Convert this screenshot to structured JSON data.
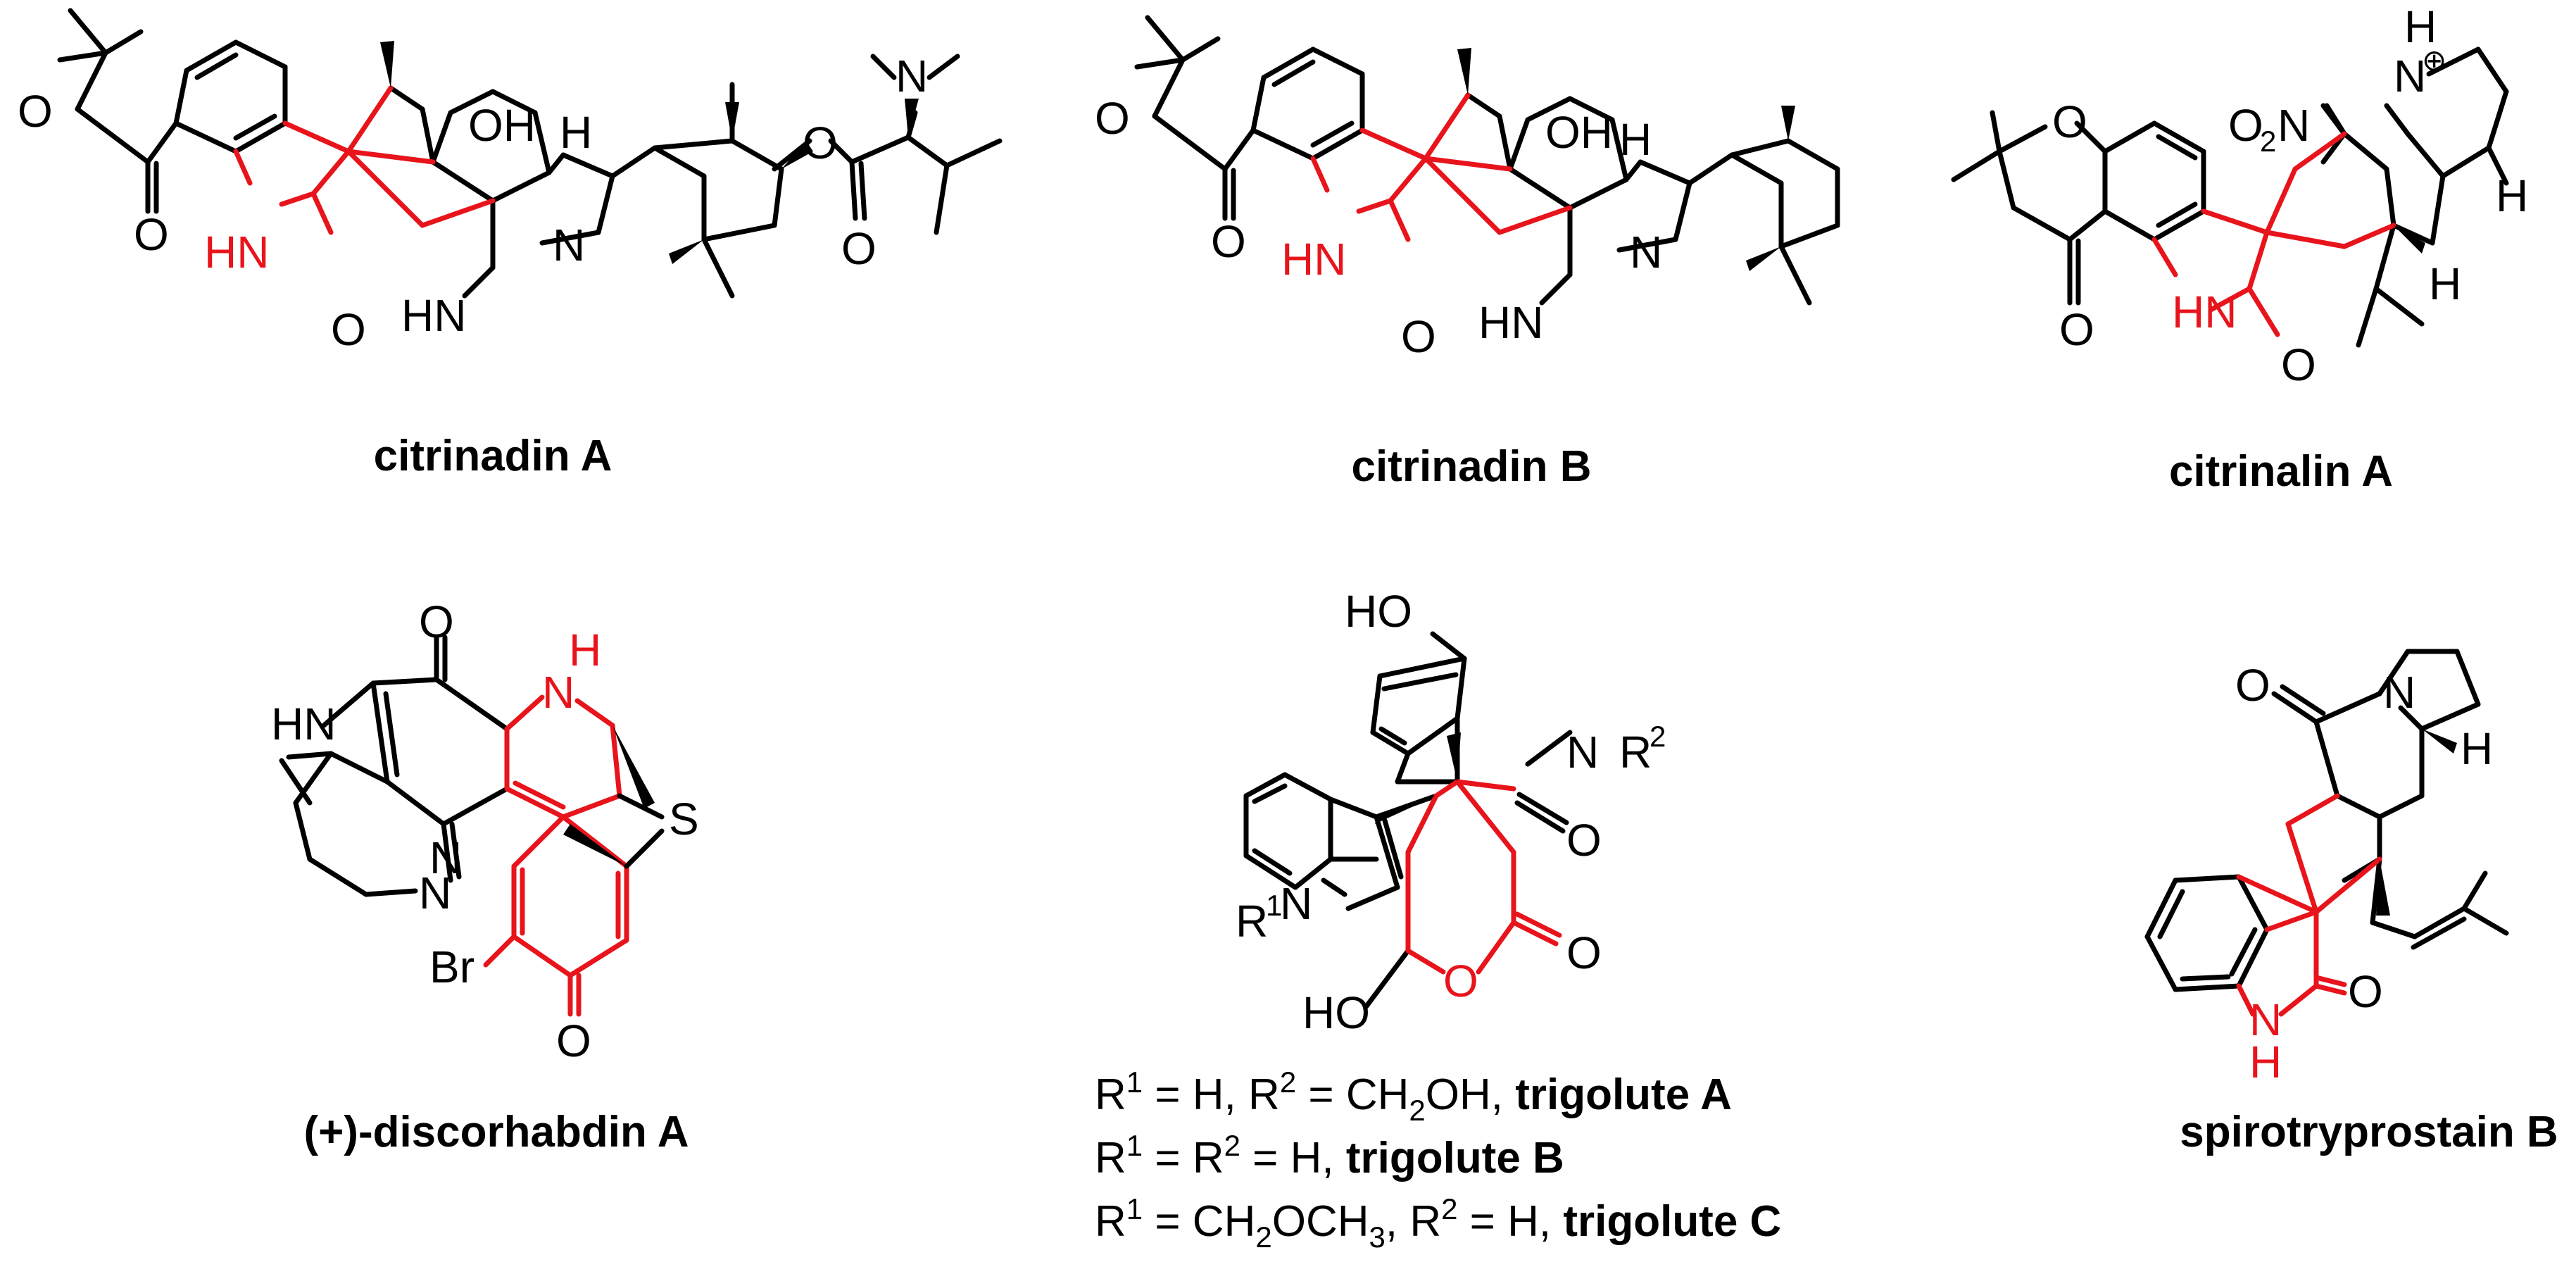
{
  "colors": {
    "ink": "#000000",
    "spiro_highlight": "#e8141c"
  },
  "compounds": {
    "citrinadin_a": {
      "name": "citrinadin A",
      "atoms": {
        "epoxide_o": "O",
        "ketone_o": "O",
        "oh": "OH",
        "h": "H",
        "nh_lactam": "HN",
        "lactam_o": "O",
        "nhme": "HN",
        "n_ring": "N",
        "ester_o": "O",
        "ester_co": "O",
        "nme2": "N"
      }
    },
    "citrinadin_b": {
      "name": "citrinadin B",
      "atoms": {
        "epoxide_o": "O",
        "ketone_o": "O",
        "oh": "OH",
        "h": "H",
        "nh_lactam": "HN",
        "lactam_o": "O",
        "nhme": "HN",
        "n_ring": "N"
      }
    },
    "citrinalin_a": {
      "name": "citrinalin A",
      "atoms": {
        "pyran_o": "O",
        "ketone_o": "O",
        "nitro": "O",
        "nitro_sub": "2",
        "nitro_n": "N",
        "n_plus": "N",
        "plus": "⊕",
        "h_top": "H",
        "h_right": "H",
        "h_bottom": "H",
        "nh_lactam": "HN",
        "lactam_o": "O"
      }
    },
    "discorhabdin_a": {
      "name": "(+)-discorhabdin A",
      "atoms": {
        "ketone_o": "O",
        "nh_red": "N",
        "nh_red_h": "H",
        "hn": "HN",
        "s": "S",
        "n_imine": "N",
        "n_ring": "N",
        "br": "Br",
        "enone_o": "O"
      }
    },
    "trigolute": {
      "atoms": {
        "ho_top": "HO",
        "n_lactam": "N",
        "r2": "R",
        "r2_sup": "2",
        "lactam_o": "O",
        "r1": "R",
        "r1_sup": "1",
        "n_indole": "N",
        "ho_ch2": "HO",
        "ring_o": "O",
        "lactone_o": "O"
      },
      "variants": [
        {
          "r1": "R",
          "r1_sup": "1",
          "eq1": " = H, ",
          "r2": "R",
          "r2_sup": "2",
          "eq2": " = CH",
          "sub": "2",
          "tail": "OH, ",
          "name": "trigolute A"
        },
        {
          "r1": "R",
          "r1_sup": "1",
          "eq1": " = ",
          "r2": "R",
          "r2_sup": "2",
          "eq2": " = H, ",
          "name": "trigolute B"
        },
        {
          "r1": "R",
          "r1_sup": "1",
          "eq1": " = CH",
          "sub1": "2",
          "mid": "OCH",
          "sub2": "3",
          "eq2": ", ",
          "r2": "R",
          "r2_sup": "2",
          "tail": " = H, ",
          "name": "trigolute C"
        }
      ]
    },
    "spirotryprostain_b": {
      "name": "spirotryprostain B",
      "atoms": {
        "ketone_o": "O",
        "n_ring": "N",
        "h": "H",
        "nh": "N",
        "nh_h": "H",
        "lactam_o": "O"
      }
    }
  }
}
